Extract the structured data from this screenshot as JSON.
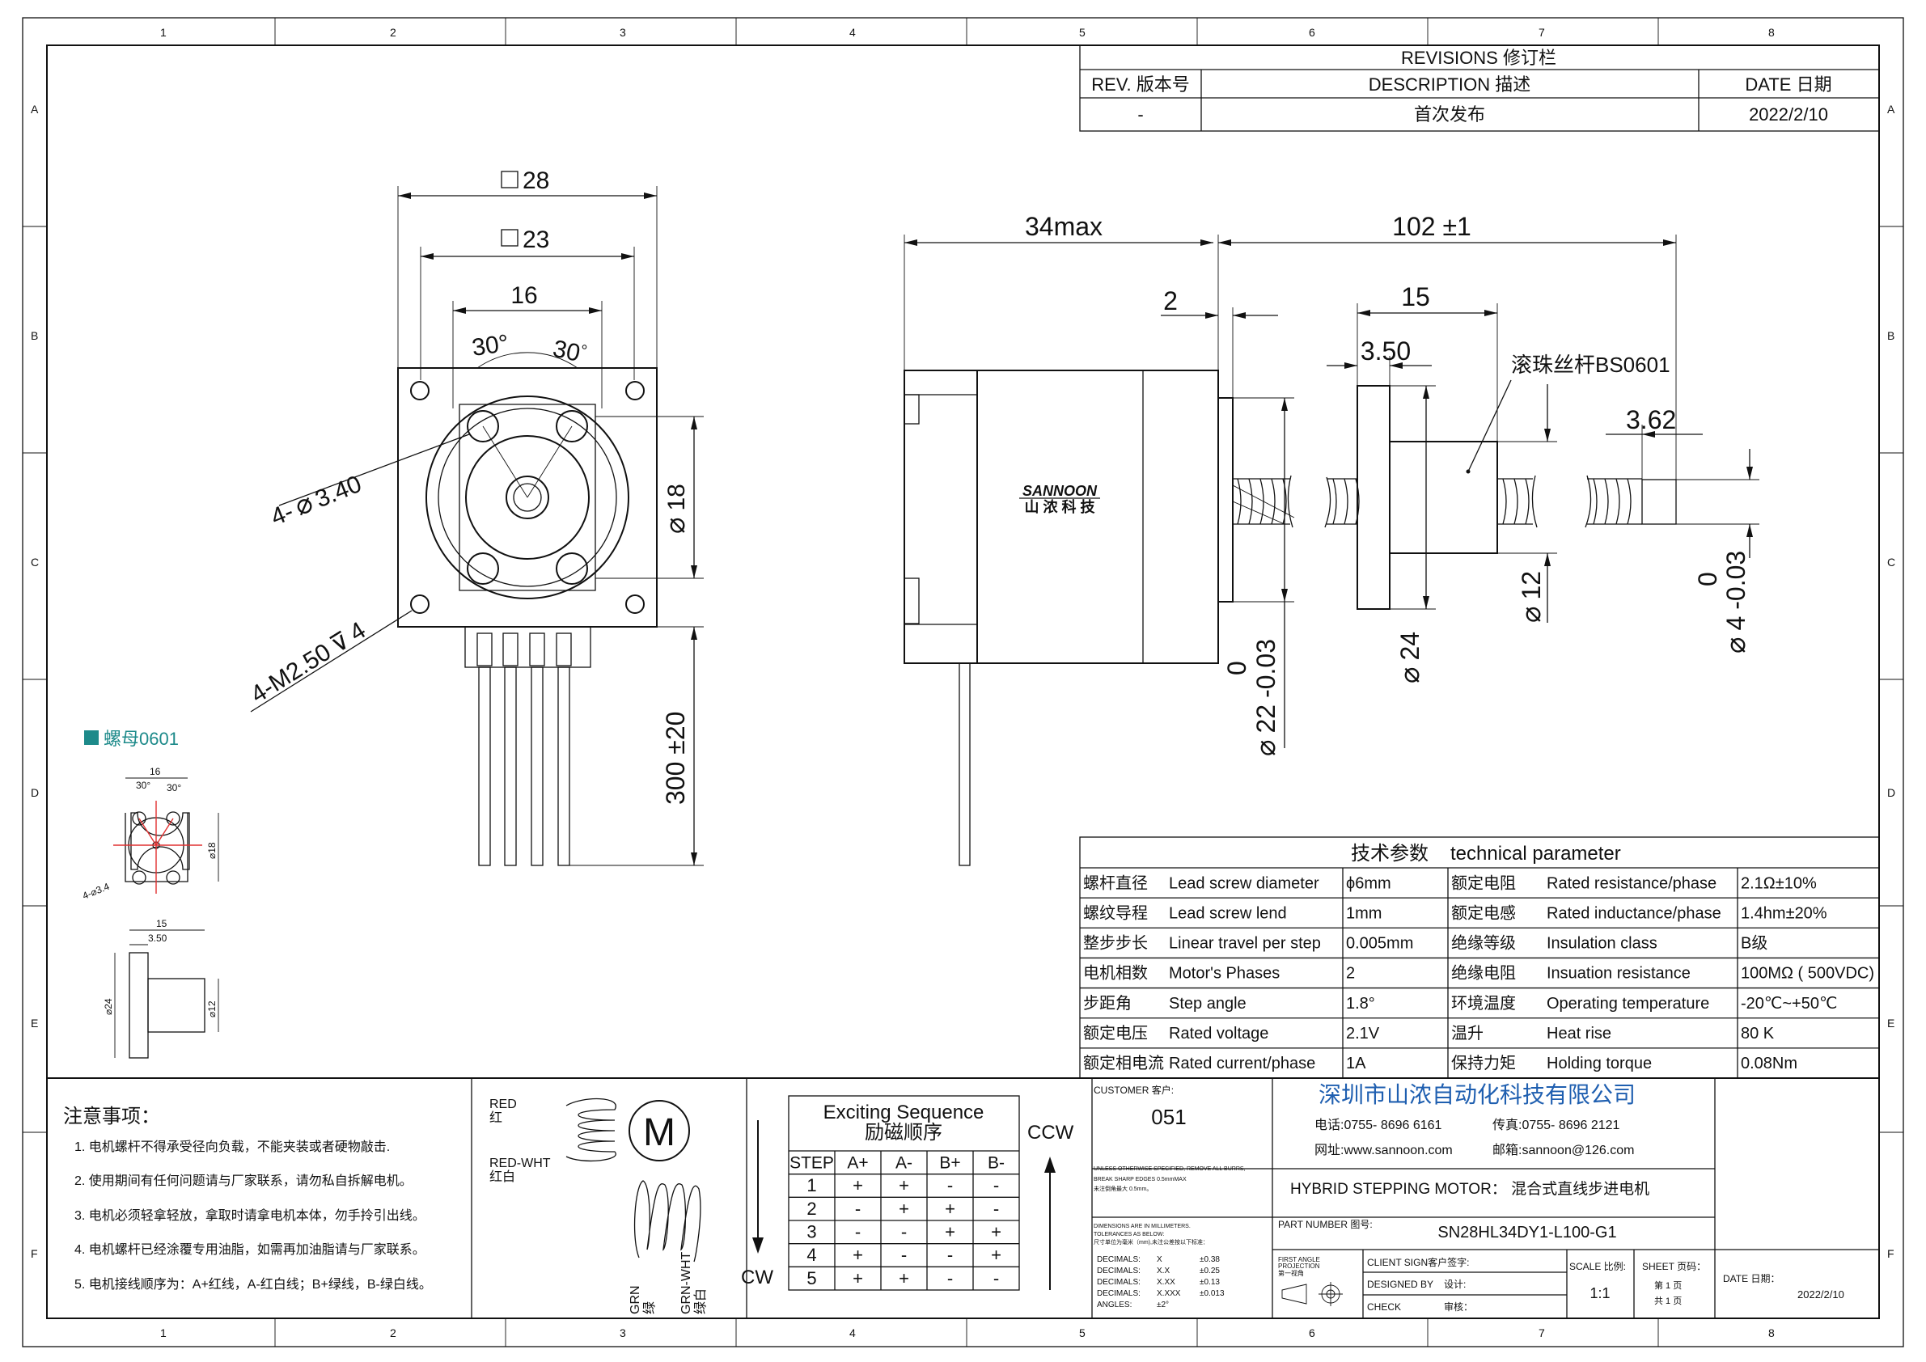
{
  "border": {
    "cols": [
      "1",
      "2",
      "3",
      "4",
      "5",
      "6",
      "7",
      "8"
    ],
    "rows": [
      "A",
      "B",
      "C",
      "D",
      "E",
      "F"
    ]
  },
  "revisions": {
    "title": "REVISIONS 修订栏",
    "headers": [
      "REV. 版本号",
      "DESCRIPTION 描述",
      "DATE 日期"
    ],
    "row": [
      "-",
      "首次发布",
      "2022/2/10"
    ]
  },
  "front_view": {
    "dim_28": "28",
    "dim_23": "23",
    "dim_16": "16",
    "angle_left": "30°",
    "angle_right": "30",
    "angle_right_deg": "°",
    "holes": "4-",
    "holes_dia": "3.40",
    "threads": "4-M2.50",
    "threads_depth": "4",
    "dia_18": "18",
    "lead_length": "300 ±20"
  },
  "side_view": {
    "dim_34max": "34max",
    "dim_102": "102 ±1",
    "dim_2": "2",
    "dim_15": "15",
    "dim_350": "3.50",
    "ball_screw": "滚珠丝杆BS0601",
    "dim_362": "3.62",
    "brand": "SANNOON",
    "brand_cn": "山 浓 科 技",
    "dia_12": "12",
    "dia_24": "24",
    "dia_22": "22",
    "dia_22_tol_up": "0",
    "dia_22_tol_low": "-0.03",
    "dia_4": "4",
    "dia_4_tol_up": "0",
    "dia_4_tol_low": "-0.03"
  },
  "nut": {
    "title": "螺母0601",
    "dim_16": "16",
    "a1": "30°",
    "a2": "30°",
    "dia_18": "18",
    "holes": "4-",
    "holes_dia": "3.4",
    "dim_15": "15",
    "dim_350": "3.50",
    "dia_24": "24",
    "dia_12": "12"
  },
  "tech": {
    "title_cn": "技术参数",
    "title_en": "technical parameter",
    "rows": [
      [
        "螺杆直径",
        "Lead screw diameter",
        "ϕ6mm",
        "额定电阻",
        "Rated resistance/phase",
        "2.1Ω±10%"
      ],
      [
        "螺纹导程",
        "Lead screw lend",
        "1mm",
        "额定电感",
        "Rated inductance/phase",
        "1.4hm±20%"
      ],
      [
        "整步步长",
        "Linear travel per step",
        "0.005mm",
        "绝缘等级",
        "Insulation class",
        "B级"
      ],
      [
        "电机相数",
        "Motor's Phases",
        "2",
        "绝缘电阻",
        "Insuation resistance",
        "100MΩ ( 500VDC)"
      ],
      [
        "步距角",
        "Step angle",
        "1.8°",
        "环境温度",
        "Operating temperature",
        "-20℃~+50℃"
      ],
      [
        "额定电压",
        "Rated voltage",
        "2.1V",
        "温升",
        "Heat  rise",
        "80 K"
      ],
      [
        "额定相电流",
        "Rated current/phase",
        "1A",
        "保持力矩",
        "Holding torque",
        "0.08Nm"
      ]
    ]
  },
  "notes": {
    "title": "注意事项：",
    "items": [
      "1. 电机螺杆不得承受径向负载，不能夹装或者硬物敲击.",
      "2. 使用期间有任何问题请与厂家联系，请勿私自拆解电机。",
      "3. 电机必须轻拿轻放，拿取时请拿电机本体，勿手拎引出线。",
      "4. 电机螺杆已经涂覆专用油脂，如需再加油脂请与厂家联系。",
      "5. 电机接线顺序为：A+红线，A-红白线；B+绿线，B-绿白线。"
    ]
  },
  "wiring": {
    "red": "RED",
    "red_cn": "红",
    "redwht": "RED-WHT",
    "redwht_cn": "红白",
    "motor": "M",
    "grn": "GRN",
    "grn_cn": "绿",
    "grnwht": "GRN-WHT",
    "grnwht_cn": "绿白"
  },
  "sequence": {
    "title": "Exciting Sequence",
    "title_cn": "励磁顺序",
    "headers": [
      "STEP",
      "A+",
      "A-",
      "B+",
      "B-"
    ],
    "rows": [
      [
        "1",
        "+",
        "+",
        "-",
        "-"
      ],
      [
        "2",
        "-",
        "+",
        "+",
        "-"
      ],
      [
        "3",
        "-",
        "-",
        "+",
        "+"
      ],
      [
        "4",
        "+",
        "-",
        "-",
        "+"
      ],
      [
        "5",
        "+",
        "+",
        "-",
        "-"
      ]
    ],
    "cw": "CW",
    "ccw": "CCW"
  },
  "title_block": {
    "customer_label": "CUSTOMER 客户:",
    "customer": "051",
    "unless": "UNLESS OTHERWISE SPECIFIED, REMOVE ALL BURRS,",
    "break_edges": "BREAK SHARP EDGES 0.5mmMAX",
    "unless_cn": "未注倒角最大 0.5mm。",
    "company": "深圳市山浓自动化科技有限公司",
    "tel": "电话:0755-  8696   6161",
    "fax": "传真:0755-  8696   2121",
    "web": "网址:www.sannoon.com",
    "email": "邮箱:sannoon@126.com",
    "product": "HYBRID STEPPING MOTOR：   混合式直线步进电机",
    "dims_mm": "DIMENSIONS ARE IN MILLIMETERS.",
    "tol_below": "TOLERANCES AS BELOW:",
    "tol_cn": "尺寸单位为毫米（mm),未注公差按以下标准：",
    "tols": [
      [
        "DECIMALS:",
        "X",
        "±0.38"
      ],
      [
        "DECIMALS:",
        "X.X",
        "±0.25"
      ],
      [
        "DECIMALS:",
        "X.XX",
        "±0.13"
      ],
      [
        "DECIMALS:",
        "X.XXX",
        "±0.013"
      ],
      [
        "ANGLES:",
        "±2°",
        ""
      ]
    ],
    "part_label": "PART NUMBER 图号:",
    "part": "SN28HL34DY1-L100-G1",
    "first_angle": "FIRST ANGLE",
    "projection": "PROJECTION",
    "first_angle_cn": "第一视角",
    "client_sign": "CLIENT SIGN客户签字:",
    "designed": "DESIGNED BY",
    "designed_cn": "设计:",
    "check": "CHECK",
    "check_cn": "审核：",
    "scale_label": "SCALE 比例:",
    "scale": "1:1",
    "sheet_label": "SHEET 页码：",
    "sheet_1": "第  1  页",
    "sheet_2": "共  1  页",
    "date_label": "DATE 日期：",
    "date": "2022/2/10"
  }
}
